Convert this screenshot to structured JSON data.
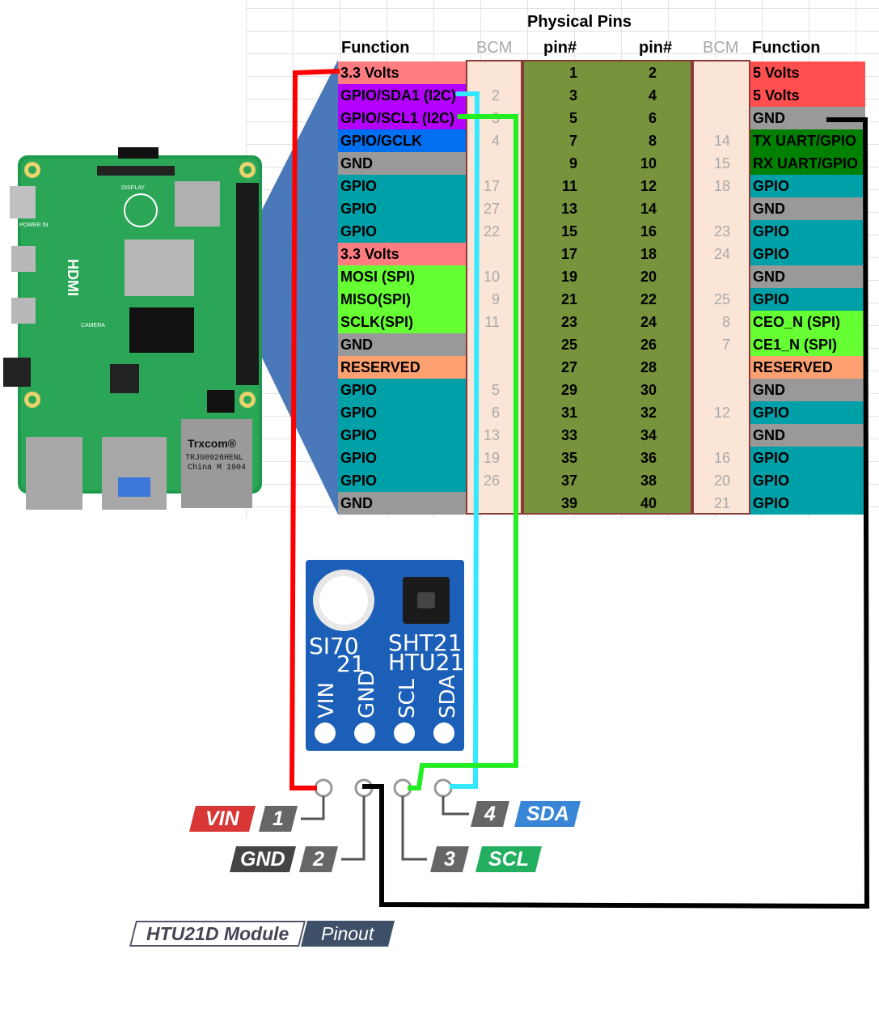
{
  "header": {
    "title": "Physical Pins",
    "function_left": "Function",
    "bcm_left": "BCM",
    "pin_left": "pin#",
    "pin_right": "pin#",
    "bcm_right": "BCM",
    "function_right": "Function"
  },
  "colors": {
    "power_3v3": "#ff7c80",
    "power_5v": "#ff4f4f",
    "i2c": "#b400ff",
    "gclk": "#0070f0",
    "gnd": "#999999",
    "gpio": "#00a0a8",
    "spi": "#66ff33",
    "uart": "#008000",
    "reserved": "#ffa070",
    "wire_vin": "#ff0000",
    "wire_sda": "#33e8ff",
    "wire_scl": "#22ee22",
    "wire_gnd": "#000000"
  },
  "pins_left": [
    {
      "function": "3.3 Volts",
      "bcm": "",
      "pin": "1",
      "color": "#ff7c80"
    },
    {
      "function": "GPIO/SDA1 (I2C)",
      "bcm": "2",
      "pin": "3",
      "color": "#b400ff"
    },
    {
      "function": "GPIO/SCL1 (I2C)",
      "bcm": "3",
      "pin": "5",
      "color": "#b400ff"
    },
    {
      "function": "GPIO/GCLK",
      "bcm": "4",
      "pin": "7",
      "color": "#0070f0"
    },
    {
      "function": "GND",
      "bcm": "",
      "pin": "9",
      "color": "#999999"
    },
    {
      "function": "GPIO",
      "bcm": "17",
      "pin": "11",
      "color": "#00a0a8"
    },
    {
      "function": "GPIO",
      "bcm": "27",
      "pin": "13",
      "color": "#00a0a8"
    },
    {
      "function": "GPIO",
      "bcm": "22",
      "pin": "15",
      "color": "#00a0a8"
    },
    {
      "function": "3.3 Volts",
      "bcm": "",
      "pin": "17",
      "color": "#ff7c80"
    },
    {
      "function": "MOSI (SPI)",
      "bcm": "10",
      "pin": "19",
      "color": "#66ff33"
    },
    {
      "function": "MISO(SPI)",
      "bcm": "9",
      "pin": "21",
      "color": "#66ff33"
    },
    {
      "function": "SCLK(SPI)",
      "bcm": "11",
      "pin": "23",
      "color": "#66ff33"
    },
    {
      "function": "GND",
      "bcm": "",
      "pin": "25",
      "color": "#999999"
    },
    {
      "function": "RESERVED",
      "bcm": "",
      "pin": "27",
      "color": "#ffa070"
    },
    {
      "function": "GPIO",
      "bcm": "5",
      "pin": "29",
      "color": "#00a0a8"
    },
    {
      "function": "GPIO",
      "bcm": "6",
      "pin": "31",
      "color": "#00a0a8"
    },
    {
      "function": "GPIO",
      "bcm": "13",
      "pin": "33",
      "color": "#00a0a8"
    },
    {
      "function": "GPIO",
      "bcm": "19",
      "pin": "35",
      "color": "#00a0a8"
    },
    {
      "function": "GPIO",
      "bcm": "26",
      "pin": "37",
      "color": "#00a0a8"
    },
    {
      "function": "GND",
      "bcm": "",
      "pin": "39",
      "color": "#999999"
    }
  ],
  "pins_right": [
    {
      "function": "5 Volts",
      "bcm": "",
      "pin": "2",
      "color": "#ff4f4f"
    },
    {
      "function": "5 Volts",
      "bcm": "",
      "pin": "4",
      "color": "#ff4f4f"
    },
    {
      "function": "GND",
      "bcm": "",
      "pin": "6",
      "color": "#999999"
    },
    {
      "function": "TX UART/GPIO",
      "bcm": "14",
      "pin": "8",
      "color": "#008000"
    },
    {
      "function": "RX UART/GPIO",
      "bcm": "15",
      "pin": "10",
      "color": "#008000"
    },
    {
      "function": "GPIO",
      "bcm": "18",
      "pin": "12",
      "color": "#00a0a8"
    },
    {
      "function": "GND",
      "bcm": "",
      "pin": "14",
      "color": "#999999"
    },
    {
      "function": "GPIO",
      "bcm": "23",
      "pin": "16",
      "color": "#00a0a8"
    },
    {
      "function": "GPIO",
      "bcm": "24",
      "pin": "18",
      "color": "#00a0a8"
    },
    {
      "function": "GND",
      "bcm": "",
      "pin": "20",
      "color": "#999999"
    },
    {
      "function": "GPIO",
      "bcm": "25",
      "pin": "22",
      "color": "#00a0a8"
    },
    {
      "function": "CEO_N (SPI)",
      "bcm": "8",
      "pin": "24",
      "color": "#66ff33"
    },
    {
      "function": "CE1_N (SPI)",
      "bcm": "7",
      "pin": "26",
      "color": "#66ff33"
    },
    {
      "function": "RESERVED",
      "bcm": "",
      "pin": "28",
      "color": "#ffa070"
    },
    {
      "function": "GND",
      "bcm": "",
      "pin": "30",
      "color": "#999999"
    },
    {
      "function": "GPIO",
      "bcm": "12",
      "pin": "32",
      "color": "#00a0a8"
    },
    {
      "function": "GND",
      "bcm": "",
      "pin": "34",
      "color": "#999999"
    },
    {
      "function": "GPIO",
      "bcm": "16",
      "pin": "36",
      "color": "#00a0a8"
    },
    {
      "function": "GPIO",
      "bcm": "20",
      "pin": "38",
      "color": "#00a0a8"
    },
    {
      "function": "GPIO",
      "bcm": "21",
      "pin": "40",
      "color": "#00a0a8"
    }
  ],
  "board": {
    "hdmi_label": "HDMI",
    "power_label": "POWER IN",
    "display_label": "DISPLAY",
    "camera_label": "CAMERA",
    "ethernet_brand": "Trxcom®",
    "ethernet_model": "TRJG0926HENL",
    "ethernet_origin": "China M 1904"
  },
  "sensor": {
    "chip_left_1": "SI70",
    "chip_left_2": "21",
    "chip_right_1": "SHT21",
    "chip_right_2": "HTU21",
    "pins": [
      "VIN",
      "GND",
      "SCL",
      "SDA"
    ]
  },
  "pinout": {
    "vin_label": "VIN",
    "vin_num": "1",
    "gnd_label": "GND",
    "gnd_num": "2",
    "scl_label": "SCL",
    "scl_num": "3",
    "sda_label": "SDA",
    "sda_num": "4",
    "module_name": "HTU21D Module",
    "module_suffix": "Pinout"
  }
}
